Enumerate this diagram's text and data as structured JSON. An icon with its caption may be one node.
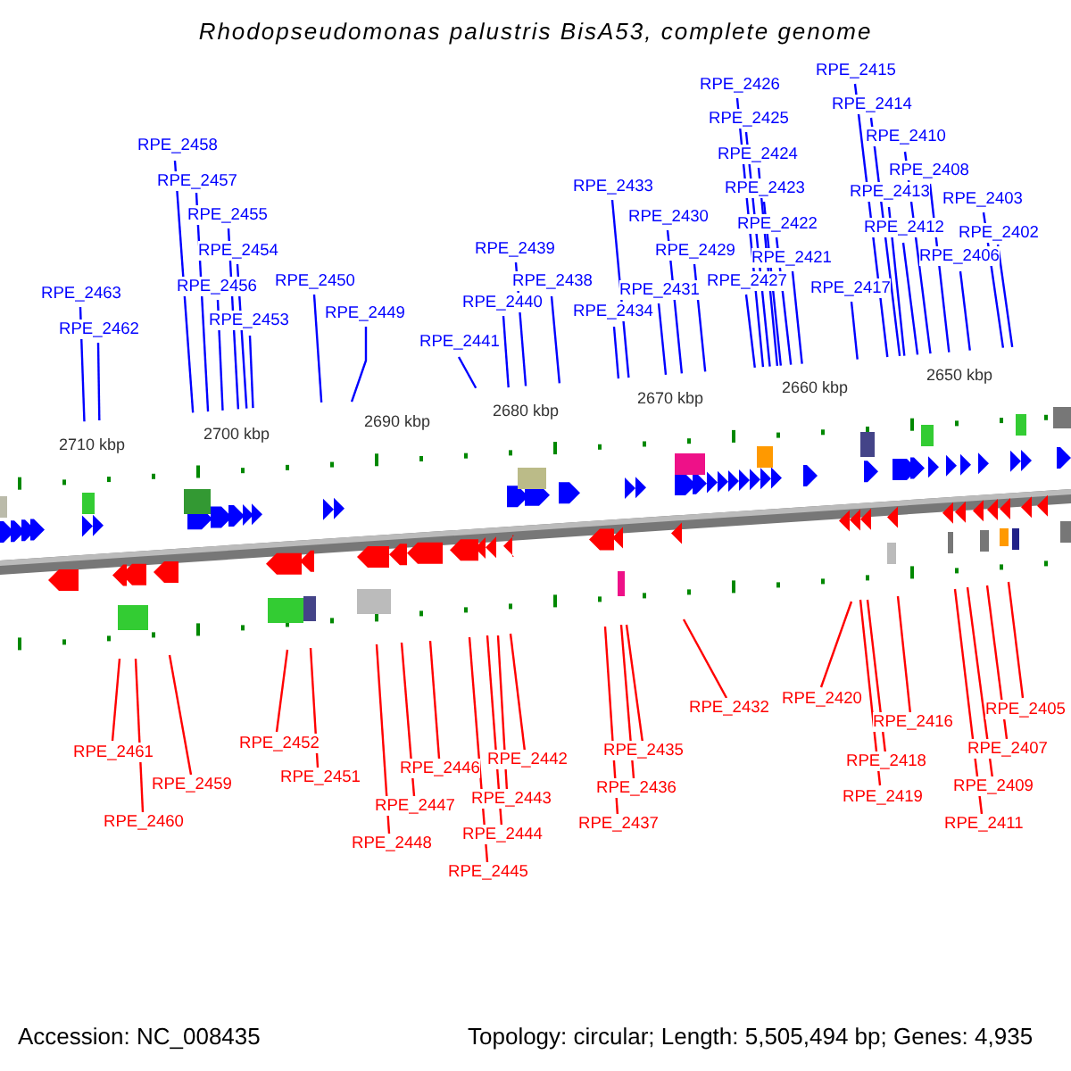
{
  "diagram": {
    "title": "Rhodopseudomonas palustris BisA53, complete genome",
    "nodes": [
      {
        "text": [
          "RPE_2458"
        ]
      },
      {
        "text": [
          "RPE_2457"
        ]
      },
      {
        "text": [
          "RPE_2455"
        ]
      },
      {
        "text": [
          "RPE_2454"
        ]
      },
      {
        "text": [
          "RPE_2456"
        ]
      },
      {
        "text": [
          "RPE_2453"
        ]
      },
      {
        "text": [
          "RPE_2450"
        ]
      },
      {
        "text": [
          "RPE_2449"
        ]
      },
      {
        "text": [
          "RPE_2463"
        ]
      },
      {
        "text": [
          "RPE_2462"
        ]
      },
      {
        "text": [
          "RPE_2441"
        ]
      },
      {
        "text": [
          "RPE_2440"
        ]
      },
      {
        "text": [
          "RPE_2439"
        ]
      },
      {
        "text": [
          "RPE_2438"
        ]
      },
      {
        "text": [
          "RPE_2434"
        ]
      },
      {
        "text": [
          "RPE_2433"
        ]
      },
      {
        "text": [
          "RPE_2431"
        ]
      },
      {
        "text": [
          "RPE_2430"
        ]
      },
      {
        "text": [
          "RPE_2429"
        ]
      },
      {
        "text": [
          "RPE_2427"
        ]
      },
      {
        "text": [
          "RPE_2426"
        ]
      },
      {
        "text": [
          "RPE_2425"
        ]
      },
      {
        "text": [
          "RPE_2424"
        ]
      },
      {
        "text": [
          "RPE_2423"
        ]
      },
      {
        "text": [
          "RPE_2422"
        ]
      },
      {
        "text": [
          "RPE_2421"
        ]
      },
      {
        "text": [
          "RPE_2417"
        ]
      },
      {
        "text": [
          "RPE_2415"
        ]
      },
      {
        "text": [
          "RPE_2414"
        ]
      },
      {
        "text": [
          "RPE_2413"
        ]
      },
      {
        "text": [
          "RPE_2412"
        ]
      },
      {
        "text": [
          "RPE_2410"
        ]
      },
      {
        "text": [
          "RPE_2408"
        ]
      },
      {
        "text": [
          "RPE_2406"
        ]
      },
      {
        "text": [
          "RPE_2403"
        ]
      },
      {
        "text": [
          "RPE_2402"
        ]
      },
      {
        "text": [
          "RPE_2461"
        ]
      },
      {
        "text": [
          "RPE_2460"
        ]
      },
      {
        "text": [
          "RPE_2459"
        ]
      },
      {
        "text": [
          "RPE_2452"
        ]
      },
      {
        "text": [
          "RPE_2451"
        ]
      },
      {
        "text": [
          "RPE_2448"
        ]
      },
      {
        "text": [
          "RPE_2447"
        ]
      },
      {
        "text": [
          "RPE_2446"
        ]
      },
      {
        "text": [
          "RPE_2445"
        ]
      },
      {
        "text": [
          "RPE_2444"
        ]
      },
      {
        "text": [
          "RPE_2443"
        ]
      },
      {
        "text": [
          "RPE_2442"
        ]
      },
      {
        "text": [
          "RPE_2437"
        ]
      },
      {
        "text": [
          "RPE_2436"
        ]
      },
      {
        "text": [
          "RPE_2435"
        ]
      },
      {
        "text": [
          "RPE_2432"
        ]
      },
      {
        "text": [
          "RPE_2420"
        ]
      },
      {
        "text": [
          "RPE_2419"
        ]
      },
      {
        "text": [
          "RPE_2418"
        ]
      },
      {
        "text": [
          "RPE_2416"
        ]
      },
      {
        "text": [
          "RPE_2411"
        ]
      },
      {
        "text": [
          "RPE_2409"
        ]
      },
      {
        "text": [
          "RPE_2407"
        ]
      },
      {
        "text": [
          "RPE_2405"
        ]
      }
    ],
    "edges": [
      {
        "from": 0,
        "to": null,
        "arrow": "none"
      },
      {
        "from": 1,
        "to": null,
        "arrow": "none"
      },
      {
        "from": 2,
        "to": null,
        "arrow": "none"
      },
      {
        "from": 3,
        "to": null,
        "arrow": "none"
      },
      {
        "from": 4,
        "to": null,
        "arrow": "none"
      },
      {
        "from": 5,
        "to": null,
        "arrow": "none"
      },
      {
        "from": 6,
        "to": null,
        "arrow": "none"
      },
      {
        "from": 7,
        "to": null,
        "arrow": "none"
      },
      {
        "from": 8,
        "to": null,
        "arrow": "none"
      },
      {
        "from": 9,
        "to": null,
        "arrow": "none"
      },
      {
        "from": 10,
        "to": null,
        "arrow": "none"
      },
      {
        "from": 11,
        "to": null,
        "arrow": "none"
      },
      {
        "from": 12,
        "to": null,
        "arrow": "none"
      },
      {
        "from": 13,
        "to": null,
        "arrow": "none"
      },
      {
        "from": 14,
        "to": null,
        "arrow": "none"
      },
      {
        "from": 15,
        "to": null,
        "arrow": "none"
      },
      {
        "from": 16,
        "to": null,
        "arrow": "none"
      },
      {
        "from": 17,
        "to": null,
        "arrow": "none"
      },
      {
        "from": 18,
        "to": null,
        "arrow": "none"
      },
      {
        "from": 19,
        "to": null,
        "arrow": "none"
      },
      {
        "from": 20,
        "to": null,
        "arrow": "none"
      },
      {
        "from": 21,
        "to": null,
        "arrow": "none"
      },
      {
        "from": 22,
        "to": null,
        "arrow": "none"
      },
      {
        "from": 23,
        "to": null,
        "arrow": "none"
      },
      {
        "from": 24,
        "to": null,
        "arrow": "none"
      },
      {
        "from": 25,
        "to": null,
        "arrow": "none"
      },
      {
        "from": 26,
        "to": null,
        "arrow": "none"
      },
      {
        "from": 27,
        "to": null,
        "arrow": "none"
      },
      {
        "from": 28,
        "to": null,
        "arrow": "none"
      },
      {
        "from": 29,
        "to": null,
        "arrow": "none"
      },
      {
        "from": 30,
        "to": null,
        "arrow": "none"
      },
      {
        "from": 31,
        "to": null,
        "arrow": "none"
      },
      {
        "from": 32,
        "to": null,
        "arrow": "none"
      },
      {
        "from": 33,
        "to": null,
        "arrow": "none"
      },
      {
        "from": 34,
        "to": null,
        "arrow": "none"
      },
      {
        "from": 35,
        "to": null,
        "arrow": "none"
      },
      {
        "from": 36,
        "to": null,
        "arrow": "none",
        "color": "#ff0000"
      },
      {
        "from": 37,
        "to": null,
        "arrow": "none",
        "color": "#ff0000"
      },
      {
        "from": 38,
        "to": null,
        "arrow": "none",
        "color": "#ff0000"
      },
      {
        "from": 39,
        "to": null,
        "arrow": "none",
        "color": "#ff0000"
      },
      {
        "from": 40,
        "to": null,
        "arrow": "none",
        "color": "#ff0000"
      },
      {
        "from": 41,
        "to": null,
        "arrow": "none",
        "color": "#ff0000"
      },
      {
        "from": 42,
        "to": null,
        "arrow": "none",
        "color": "#ff0000"
      },
      {
        "from": 43,
        "to": null,
        "arrow": "none",
        "color": "#ff0000"
      },
      {
        "from": 44,
        "to": null,
        "arrow": "none",
        "color": "#ff0000"
      },
      {
        "from": 45,
        "to": null,
        "arrow": "none",
        "color": "#ff0000"
      },
      {
        "from": 46,
        "to": null,
        "arrow": "none",
        "color": "#ff0000"
      },
      {
        "from": 47,
        "to": null,
        "arrow": "none",
        "color": "#ff0000"
      },
      {
        "from": 48,
        "to": null,
        "arrow": "none",
        "color": "#ff0000"
      },
      {
        "from": 49,
        "to": null,
        "arrow": "none",
        "color": "#ff0000"
      },
      {
        "from": 50,
        "to": null,
        "arrow": "none",
        "color": "#ff0000"
      },
      {
        "from": 51,
        "to": null,
        "arrow": "none",
        "color": "#ff0000"
      },
      {
        "from": 52,
        "to": null,
        "arrow": "none",
        "color": "#ff0000"
      },
      {
        "from": 53,
        "to": null,
        "arrow": "none",
        "color": "#ff0000"
      },
      {
        "from": 54,
        "to": null,
        "arrow": "none",
        "color": "#ff0000"
      },
      {
        "from": 55,
        "to": null,
        "arrow": "none",
        "color": "#ff0000"
      },
      {
        "from": 56,
        "to": null,
        "arrow": "none",
        "color": "#ff0000"
      },
      {
        "from": 57,
        "to": null,
        "arrow": "none",
        "color": "#ff0000"
      },
      {
        "from": 58,
        "to": null,
        "arrow": "none",
        "color": "#ff0000"
      },
      {
        "from": 59,
        "to": null,
        "arrow": "none",
        "color": "#ff0000"
      }
    ],
    "labels": [
      "2710 kbp",
      "2700 kbp",
      "2690 kbp",
      "2680 kbp",
      "2670 kbp",
      "2660 kbp",
      "2650 kbp",
      "Accession: NC_008435",
      "Topology: circular; Length: 5,505,494 bp; Genes: 4,935"
    ]
  }
}
